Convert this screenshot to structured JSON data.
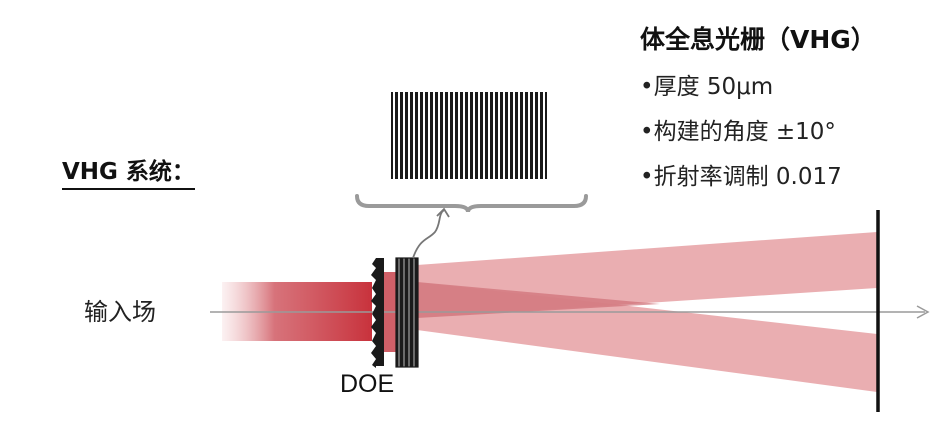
{
  "labels": {
    "system_title": "VHG 系统：",
    "input_field": "输入场",
    "doe": "DOE",
    "vhg_title": "体全息光栅（VHG）"
  },
  "specs": [
    "•厚度  50μm",
    "•构建的角度  ±10°",
    "•折射率调制  0.017"
  ],
  "colors": {
    "beam": "#c8323c",
    "beam_light": "#e8a5a9",
    "grating": "#1a1a1a",
    "axis": "#9a9a9a"
  }
}
